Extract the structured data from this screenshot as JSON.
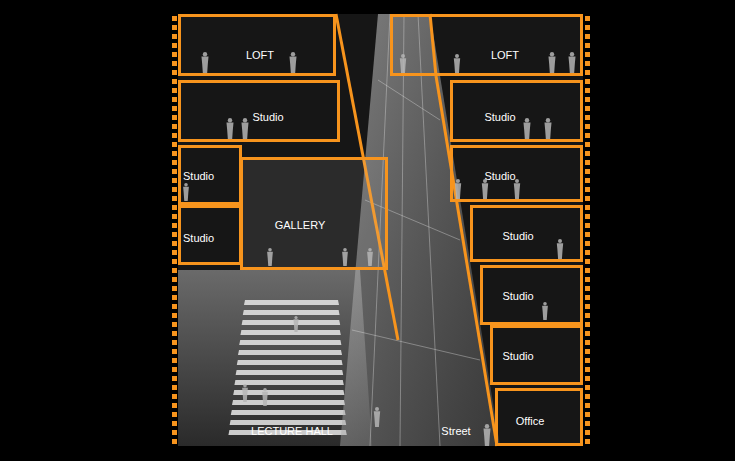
{
  "diagram": {
    "nodes": [
      {
        "text": [
          "LOFT"
        ]
      },
      {
        "text": [
          "LOFT"
        ]
      },
      {
        "text": [
          "Studio"
        ]
      },
      {
        "text": [
          "Studio"
        ]
      },
      {
        "text": [
          "Studio"
        ]
      },
      {
        "text": [
          "Studio"
        ]
      },
      {
        "text": [
          "GALLERY"
        ]
      },
      {
        "text": [
          "Studio"
        ]
      },
      {
        "text": [
          "Studio"
        ]
      },
      {
        "text": [
          "Studio"
        ]
      },
      {
        "text": [
          "Studio"
        ]
      },
      {
        "text": [
          "Office"
        ]
      }
    ],
    "labels": [
      "LECTURE HALL",
      "Street"
    ]
  }
}
